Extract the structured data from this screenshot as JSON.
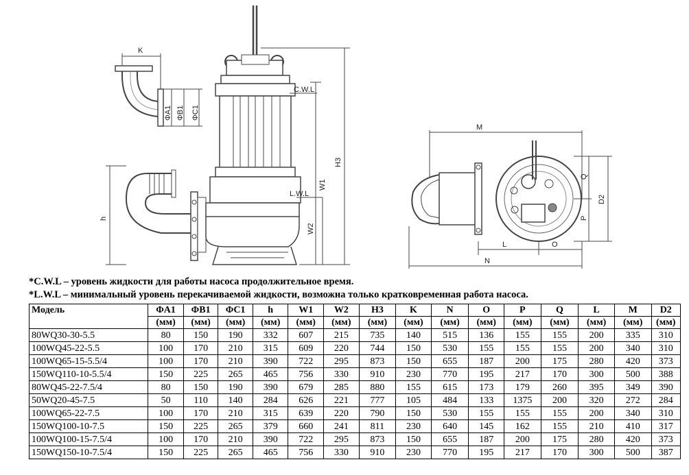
{
  "drawing": {
    "labels": {
      "k": "K",
      "a1": "ΦA1",
      "b1": "ΦB1",
      "c1": "ΦC1",
      "cwl": "C.W.L",
      "lwl": "L.W.L",
      "h": "h",
      "w1": "W1",
      "w2": "W2",
      "h3": "H3",
      "m": "M",
      "q": "Q",
      "p": "P",
      "d2": "D2",
      "l": "L",
      "o": "O",
      "n": "N"
    }
  },
  "notes": [
    "*C.W.L – уровень жидкости для работы насоса продолжительное время.",
    "*L.W.L – минимальный уровень перекачиваемой жидкости, возможна только кратковременная работа насоса."
  ],
  "table": {
    "headers": [
      {
        "label": "Модель",
        "unit": ""
      },
      {
        "label": "ΦA1",
        "unit": "(мм)"
      },
      {
        "label": "ΦB1",
        "unit": "(мм)"
      },
      {
        "label": "ΦC1",
        "unit": "(мм)"
      },
      {
        "label": "h",
        "unit": "(мм)"
      },
      {
        "label": "W1",
        "unit": "(мм)"
      },
      {
        "label": "W2",
        "unit": "(мм)"
      },
      {
        "label": "H3",
        "unit": "(мм)"
      },
      {
        "label": "K",
        "unit": "(мм)"
      },
      {
        "label": "N",
        "unit": "(мм)"
      },
      {
        "label": "O",
        "unit": "(мм)"
      },
      {
        "label": "P",
        "unit": "(мм)"
      },
      {
        "label": "Q",
        "unit": "(мм)"
      },
      {
        "label": "L",
        "unit": "(мм)"
      },
      {
        "label": "M",
        "unit": "(мм)"
      },
      {
        "label": "D2",
        "unit": "(мм)"
      }
    ],
    "rows": [
      [
        "80WQ30-30-5.5",
        "80",
        "150",
        "190",
        "332",
        "607",
        "215",
        "735",
        "140",
        "515",
        "136",
        "155",
        "155",
        "200",
        "335",
        "310"
      ],
      [
        "100WQ45-22-5.5",
        "100",
        "170",
        "210",
        "315",
        "609",
        "220",
        "744",
        "150",
        "530",
        "155",
        "155",
        "155",
        "200",
        "340",
        "310"
      ],
      [
        "100WQ65-15-5.5/4",
        "100",
        "170",
        "210",
        "390",
        "722",
        "295",
        "873",
        "150",
        "655",
        "187",
        "200",
        "175",
        "280",
        "420",
        "373"
      ],
      [
        "150WQ110-10-5.5/4",
        "150",
        "225",
        "265",
        "465",
        "756",
        "330",
        "910",
        "230",
        "770",
        "195",
        "217",
        "170",
        "300",
        "500",
        "388"
      ],
      [
        "80WQ45-22-7.5/4",
        "80",
        "150",
        "190",
        "390",
        "679",
        "285",
        "880",
        "155",
        "615",
        "173",
        "179",
        "260",
        "395",
        "349",
        "390"
      ],
      [
        "50WQ20-45-7.5",
        "50",
        "110",
        "140",
        "284",
        "626",
        "221",
        "777",
        "105",
        "484",
        "133",
        "1375",
        "200",
        "320",
        "272",
        "284"
      ],
      [
        "100WQ65-22-7.5",
        "100",
        "170",
        "210",
        "315",
        "639",
        "220",
        "790",
        "150",
        "530",
        "155",
        "155",
        "155",
        "200",
        "340",
        "310"
      ],
      [
        "150WQ100-10-7.5",
        "150",
        "225",
        "265",
        "379",
        "660",
        "241",
        "811",
        "230",
        "640",
        "145",
        "162",
        "155",
        "210",
        "410",
        "317"
      ],
      [
        "100WQ100-15-7.5/4",
        "100",
        "170",
        "210",
        "390",
        "722",
        "295",
        "873",
        "150",
        "655",
        "187",
        "200",
        "175",
        "280",
        "420",
        "373"
      ],
      [
        "150WQ150-10-7.5/4",
        "150",
        "225",
        "265",
        "465",
        "756",
        "330",
        "910",
        "230",
        "770",
        "195",
        "217",
        "170",
        "300",
        "500",
        "387"
      ]
    ]
  }
}
